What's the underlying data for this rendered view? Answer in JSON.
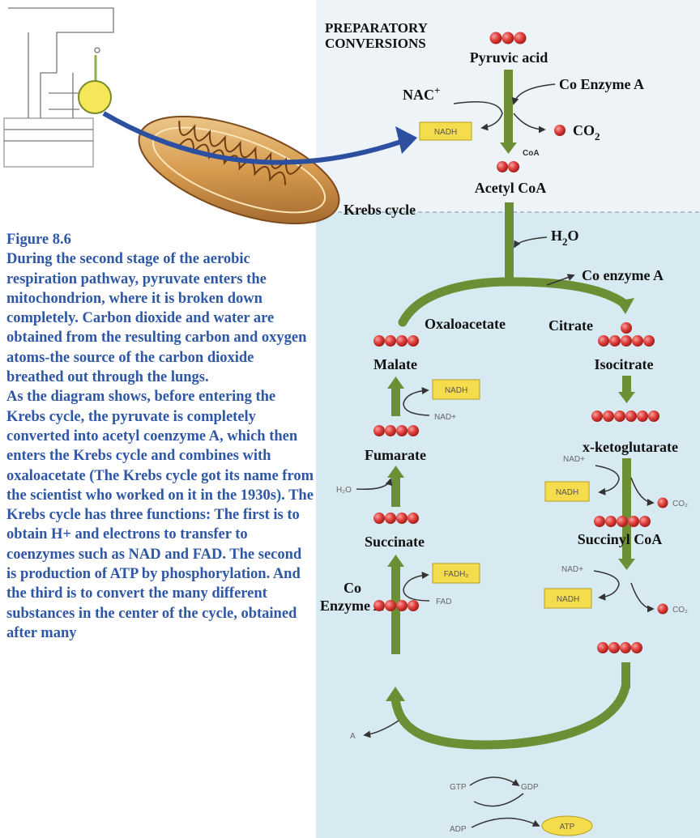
{
  "caption": {
    "title": "Figure 8.6",
    "paragraph1": "During the second stage of the aerobic respiration pathway, pyruvate enters the mitochondrion, where it is broken down completely. Carbon dioxide and water are obtained from the resulting carbon and oxygen atoms-the source of the carbon dioxide breathed out through the lungs.",
    "paragraph2": "As the diagram shows, before entering the Krebs cycle, the pyruvate is completely converted into acetyl coenzyme A, which then enters the Krebs cycle and combines with oxaloacetate (The Krebs cycle got its name from the scientist who worked on it in the 1930s). The Krebs cycle has three functions: The first is to obtain H+ and electrons to transfer to coenzymes such as NAD and FAD. The second is production of ATP by phosphorylation. And the third is to convert the many different substances in the center of the cycle, obtained after many"
  },
  "diagram": {
    "preparatory": {
      "line1": "PREPARATORY",
      "line2": "CONVERSIONS"
    },
    "pyruvic_acid": "Pyruvic acid",
    "nac": "NAC",
    "nac_sup": "+",
    "co_enzyme_a_top": "Co Enzyme A",
    "nadh": "NADH",
    "co2": "CO",
    "co2_sub": "2",
    "coa_small": "CoA",
    "acetyl_coa": "Acetyl CoA",
    "krebs_cycle": "Krebs cycle",
    "h2o_h": "H",
    "h2o_sub": "2",
    "h2o_o": "O",
    "co_enzyme_a_right": "Co enzyme A",
    "oxaloacetate": "Oxaloacetate",
    "citrate": "Citrate",
    "malate": "Malate",
    "isocitrate": "Isocitrate",
    "nad_plus": "NAD+",
    "fumarate": "Fumarate",
    "ketoglutarate": "x-ketoglutarate",
    "h2o_small": "H₂O",
    "co2_small": "CO₂",
    "succinate": "Succinate",
    "succinyl_coa": "Succinyl CoA",
    "fadh2": "FADH₂",
    "fad": "FAD",
    "co": "Co",
    "enzyme_a": "Enzyme A",
    "a_small": "A",
    "gtp": "GTP",
    "gdp": "GDP",
    "adp": "ADP",
    "atp": "ATP"
  }
}
